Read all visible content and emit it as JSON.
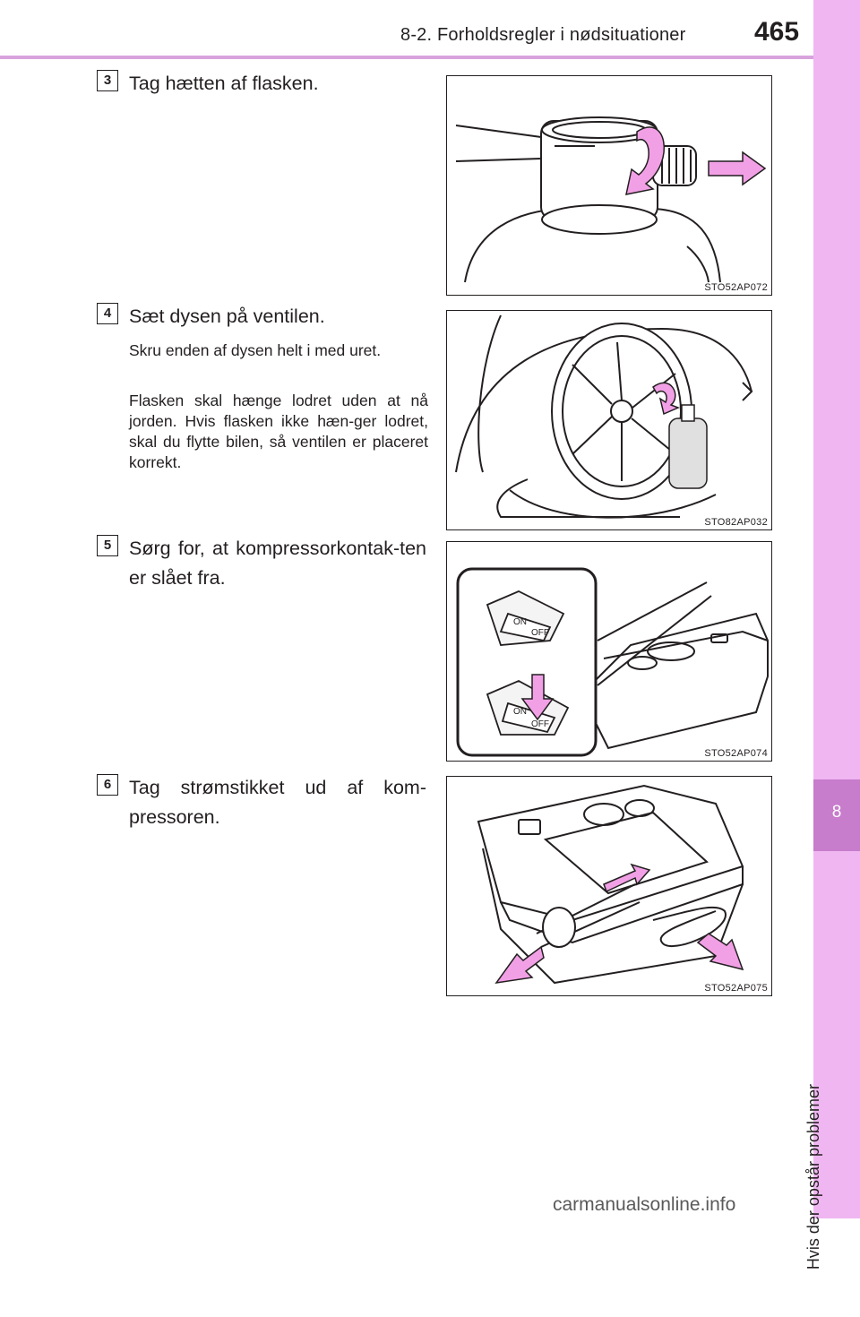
{
  "header": {
    "section_title": "8-2. Forholdsregler i nødsituationer",
    "page_number": "465"
  },
  "side_tab": {
    "chapter_number": "8",
    "chapter_label": "Hvis der opstår problemer"
  },
  "steps": [
    {
      "number": "3",
      "text": "Tag hætten af flasken.",
      "figure_code": "STO52AP072"
    },
    {
      "number": "4",
      "text": "Sæt dysen på ventilen.",
      "sub_1": "Skru enden af dysen helt i med uret.",
      "sub_2": "Flasken skal hænge lodret uden at nå jorden. Hvis flasken ikke hæn-ger lodret, skal du flytte bilen, så ventilen er placeret korrekt.",
      "figure_code": "STO82AP032"
    },
    {
      "number": "5",
      "text": "Sørg for, at kompressorkontak-ten er slået fra.",
      "figure_code": "STO52AP074",
      "switch_on": "ON",
      "switch_off": "OFF"
    },
    {
      "number": "6",
      "text": "Tag strømstikket ud af kom-pressoren.",
      "figure_code": "STO52AP075"
    }
  ],
  "footer": {
    "watermark": "carmanualsonline.info"
  },
  "colors": {
    "accent": "#d8a3dc",
    "side_tab": "#efb6f1",
    "side_tab_dark": "#c77ccc",
    "arrow": "#f2a0e6"
  }
}
